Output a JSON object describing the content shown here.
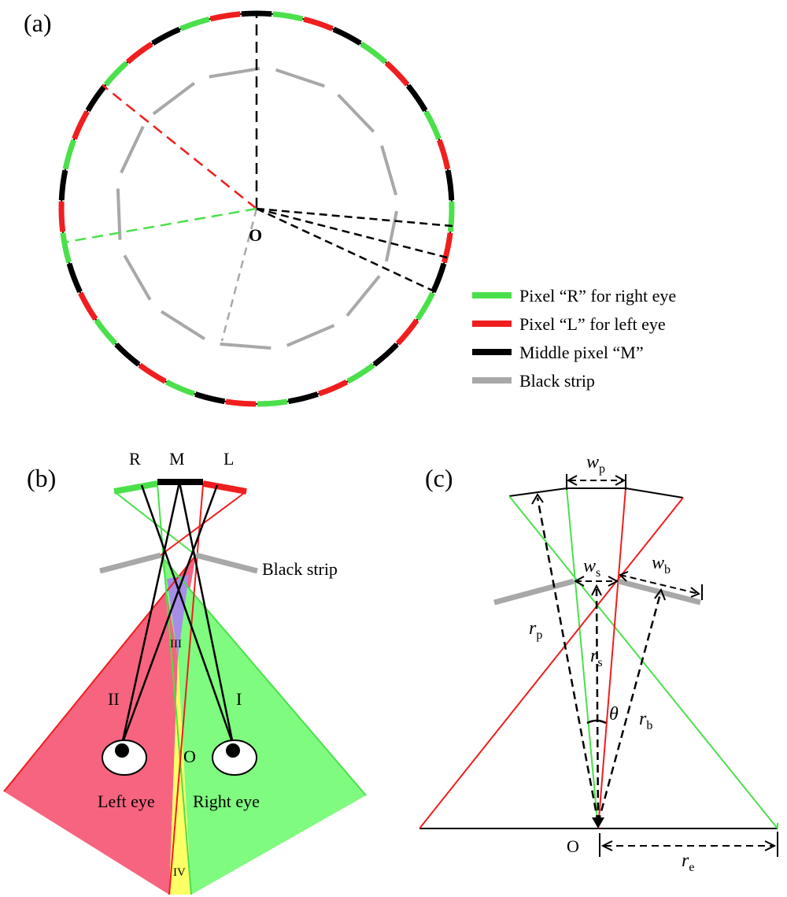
{
  "panels": {
    "a": {
      "label": "(a)",
      "center_label": "O"
    },
    "b": {
      "label": "(b)",
      "pixel_labels": [
        "R",
        "M",
        "L"
      ],
      "strip_label": "Black strip",
      "zone_labels": [
        "I",
        "II",
        "III",
        "IV"
      ],
      "center_label": "O",
      "left_eye": "Left eye",
      "right_eye": "Right eye"
    },
    "c": {
      "label": "(c)",
      "symbols": {
        "wp": {
          "main": "w",
          "sub": "p"
        },
        "ws": {
          "main": "w",
          "sub": "s"
        },
        "wb": {
          "main": "w",
          "sub": "b"
        },
        "rp": {
          "main": "r",
          "sub": "p"
        },
        "rs": {
          "main": "r",
          "sub": "s"
        },
        "rb": {
          "main": "r",
          "sub": "b"
        },
        "re": {
          "main": "r",
          "sub": "e"
        },
        "theta": "θ"
      },
      "center_label": "O"
    }
  },
  "legend": [
    {
      "label": "Pixel “R” for right eye",
      "color": "#4be04b"
    },
    {
      "label": "Pixel “L” for left eye",
      "color": "#f01e1e"
    },
    {
      "label": "Middle pixel “M”",
      "color": "#000000"
    },
    {
      "label": "Black strip",
      "color": "#a8a8a8"
    }
  ],
  "colors": {
    "green": "#4be04b",
    "red": "#f01e1e",
    "black": "#000000",
    "gray": "#a8a8a8",
    "zone_red": "#f7647f",
    "zone_green": "#7ffb7f",
    "zone_violet": "#a68ee6",
    "zone_yellow": "#ffff66"
  }
}
